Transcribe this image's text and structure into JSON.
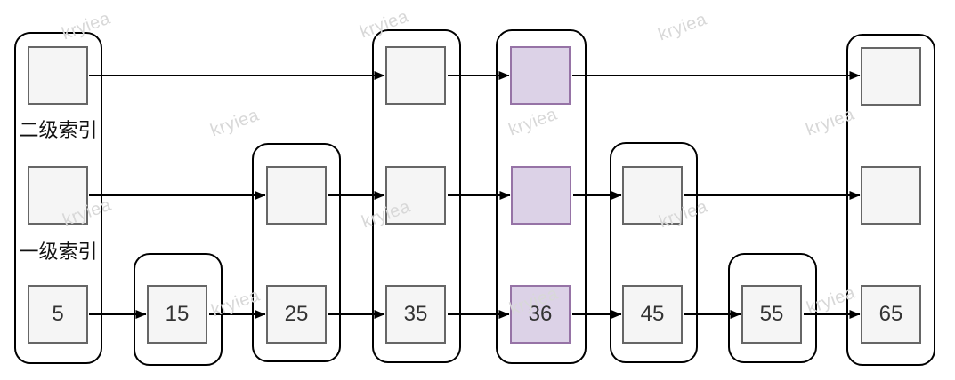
{
  "diagram_type": "skip-list-index",
  "labels": {
    "level2_index": "二级索引",
    "level1_index": "一级索引"
  },
  "watermark": {
    "text": "kryiea",
    "color": "#d8d8d8"
  },
  "colors": {
    "node_fill": "#f5f5f5",
    "node_border": "#666666",
    "highlight_fill": "#dcd2e7",
    "highlight_border": "#9673a6",
    "container_border": "#000000",
    "arrow": "#000000",
    "text": "#333333"
  },
  "nodes": {
    "n5": {
      "value": "5",
      "levels": 3,
      "highlighted": false
    },
    "n15": {
      "value": "15",
      "levels": 1,
      "highlighted": false
    },
    "n25": {
      "value": "25",
      "levels": 2,
      "highlighted": false
    },
    "n35": {
      "value": "35",
      "levels": 3,
      "highlighted": false
    },
    "n36": {
      "value": "36",
      "levels": 3,
      "highlighted": true
    },
    "n45": {
      "value": "45",
      "levels": 2,
      "highlighted": false
    },
    "n55": {
      "value": "55",
      "levels": 1,
      "highlighted": false
    },
    "n65": {
      "value": "65",
      "levels": 3,
      "highlighted": false
    }
  },
  "edges": {
    "level2": [
      [
        "5",
        "35"
      ],
      [
        "35",
        "36"
      ],
      [
        "36",
        "65"
      ]
    ],
    "level1": [
      [
        "5",
        "25"
      ],
      [
        "25",
        "35"
      ],
      [
        "35",
        "36"
      ],
      [
        "36",
        "45"
      ],
      [
        "45",
        "65"
      ]
    ],
    "level0": [
      [
        "5",
        "15"
      ],
      [
        "15",
        "25"
      ],
      [
        "25",
        "35"
      ],
      [
        "35",
        "36"
      ],
      [
        "36",
        "45"
      ],
      [
        "45",
        "55"
      ],
      [
        "55",
        "65"
      ]
    ]
  }
}
